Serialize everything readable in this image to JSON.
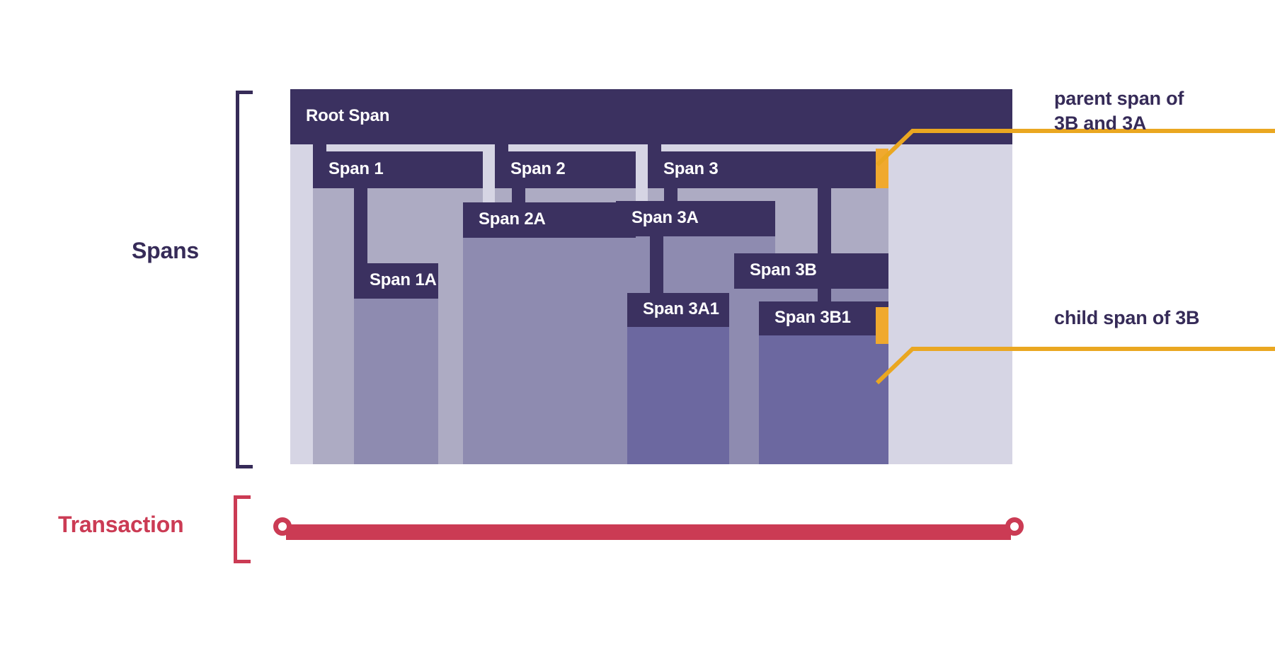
{
  "diagram": {
    "title": "Spans and Transaction",
    "side_labels": {
      "spans": "Spans",
      "transaction": "Transaction"
    },
    "colors": {
      "span_header": "#3B3160",
      "span_body_depth_0": "#D6D5E4",
      "span_body_depth_1": "#ADABC3",
      "span_body_depth_2": "#8E8BB0",
      "span_body_depth_3": "#6C68A0",
      "marker_orange": "#F0A92E",
      "label_purple": "#362B58",
      "transaction_red": "#CB3B54",
      "background": "#FFFFFF"
    }
  },
  "spans": {
    "root": {
      "label": "Root Span",
      "children": [
        {
          "label": "Span 1",
          "children": [
            {
              "label": "Span 1A",
              "children": []
            }
          ]
        },
        {
          "label": "Span 2",
          "children": [
            {
              "label": "Span 2A",
              "children": []
            }
          ]
        },
        {
          "label": "Span 3",
          "children": [
            {
              "label": "Span 3A",
              "children": [
                {
                  "label": "Span 3A1",
                  "children": []
                }
              ]
            },
            {
              "label": "Span 3B",
              "children": [
                {
                  "label": "Span 3B1",
                  "children": []
                }
              ]
            }
          ]
        }
      ]
    },
    "flat_labels": [
      "Root Span",
      "Span 1",
      "Span 1A",
      "Span 2",
      "Span 2A",
      "Span 3",
      "Span 3A",
      "Span 3A1",
      "Span 3B",
      "Span 3B1"
    ]
  },
  "annotations": [
    {
      "id": "parent-annotation",
      "text": "parent span of\n3B and 3A",
      "target_span": "Span 3",
      "marker_color": "#F0A92E"
    },
    {
      "id": "child-annotation",
      "text": "child span of 3B",
      "target_span": "Span 3B1",
      "marker_color": "#F0A92E"
    }
  ],
  "transaction": {
    "label": "Transaction",
    "start_node": "start",
    "end_node": "end",
    "color": "#CB3B54"
  }
}
